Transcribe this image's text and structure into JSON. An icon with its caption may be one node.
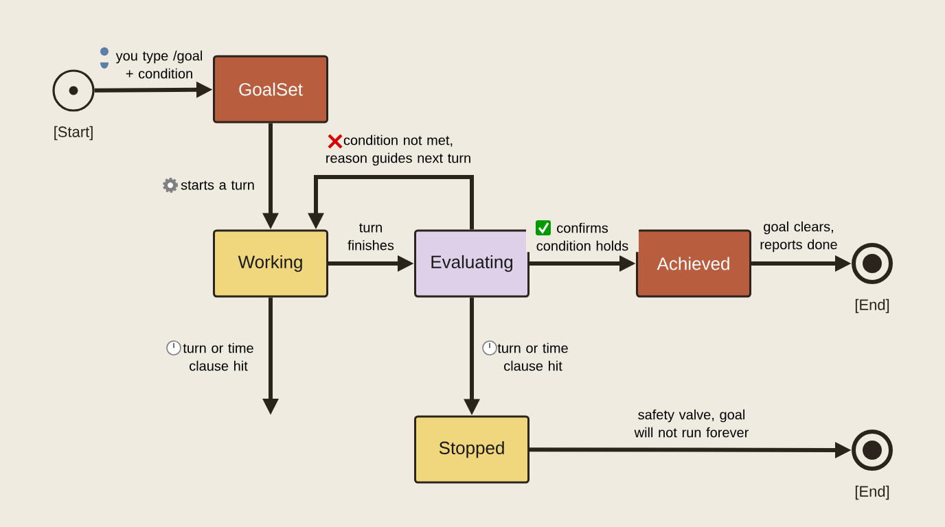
{
  "diagram": {
    "nodes": [
      {
        "text": [],
        "shape": "circle",
        "beside": [
          "[Start]"
        ]
      },
      {
        "text": [
          "GoalSet"
        ]
      },
      {
        "text": [
          "Working"
        ]
      },
      {
        "text": [
          "Evaluating"
        ]
      },
      {
        "text": [
          "Achieved"
        ]
      },
      {
        "text": [],
        "shape": "circle",
        "beside": [
          "[End]"
        ]
      },
      {
        "text": [
          "Stopped"
        ]
      },
      {
        "text": [],
        "shape": "circle",
        "beside": [
          "[End]"
        ]
      }
    ],
    "edges": [
      {
        "from": 0,
        "to": 1,
        "arrow": "to",
        "label": "you type /goal + condition"
      },
      {
        "from": 1,
        "to": 2,
        "arrow": "to",
        "label": "starts a turn"
      },
      {
        "from": 2,
        "to": 3,
        "arrow": "to",
        "label": "turn finishes"
      },
      {
        "from": 3,
        "to": 2,
        "arrow": "to",
        "label": "condition not met, reason guides next turn"
      },
      {
        "from": 3,
        "to": 4,
        "arrow": "to",
        "label": "confirms condition holds"
      },
      {
        "from": 4,
        "to": 5,
        "arrow": "to",
        "label": "goal clears, reports done"
      },
      {
        "from": 2,
        "to": null,
        "arrow": "to",
        "label": "turn or time clause hit"
      },
      {
        "from": 3,
        "to": 6,
        "arrow": "to",
        "label": "turn or time clause hit"
      },
      {
        "from": 6,
        "to": 7,
        "arrow": "to",
        "label": "safety valve, goal will not run forever"
      }
    ]
  }
}
